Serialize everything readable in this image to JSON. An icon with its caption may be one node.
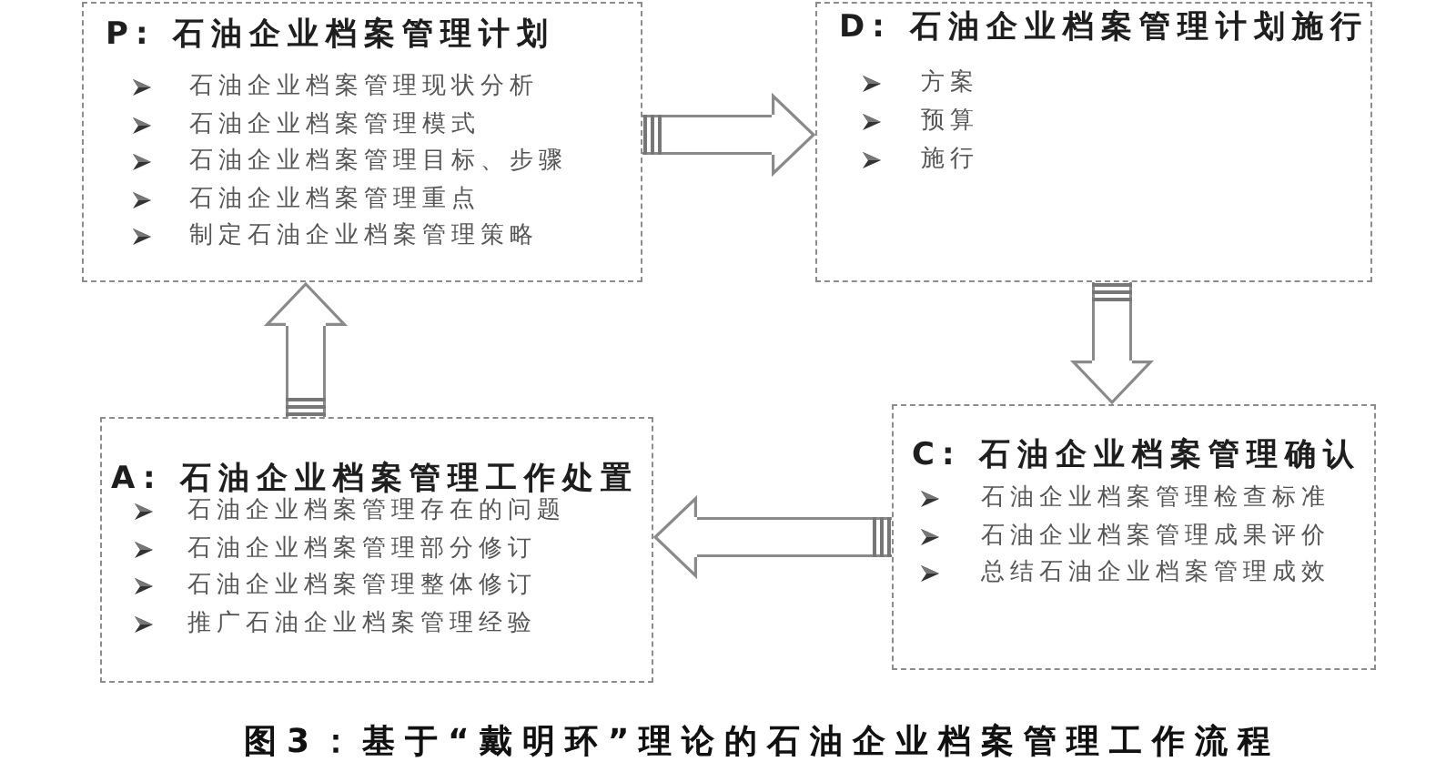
{
  "diagram": {
    "caption": "图3：基于“戴明环”理论的石油企业档案管理工作流程",
    "nodes": [
      {
        "text": [
          "P: 石油企业档案管理计划",
          "石油企业档案管理现状分析",
          "石油企业档案管理模式",
          "石油企业档案管理目标、步骤",
          "石油企业档案管理重点",
          "制定石油企业档案管理策略"
        ]
      },
      {
        "text": [
          "D: 石油企业档案管理计划施行",
          "方案",
          "预算",
          "施行"
        ]
      },
      {
        "text": [
          "A: 石油企业档案管理工作处置",
          "石油企业档案管理存在的问题",
          "石油企业档案管理部分修订",
          "石油企业档案管理整体修订",
          "推广石油企业档案管理经验"
        ]
      },
      {
        "text": [
          "C: 石油企业档案管理确认",
          "石油企业档案管理检查标准",
          "石油企业档案管理成果评价",
          "总结石油企业档案管理成效"
        ]
      }
    ],
    "edges": [
      {
        "from": 0,
        "to": 1,
        "arrow": "to"
      },
      {
        "from": 1,
        "to": 3,
        "arrow": "to"
      },
      {
        "from": 3,
        "to": 2,
        "arrow": "to"
      },
      {
        "from": 2,
        "to": 0,
        "arrow": "to"
      }
    ]
  }
}
